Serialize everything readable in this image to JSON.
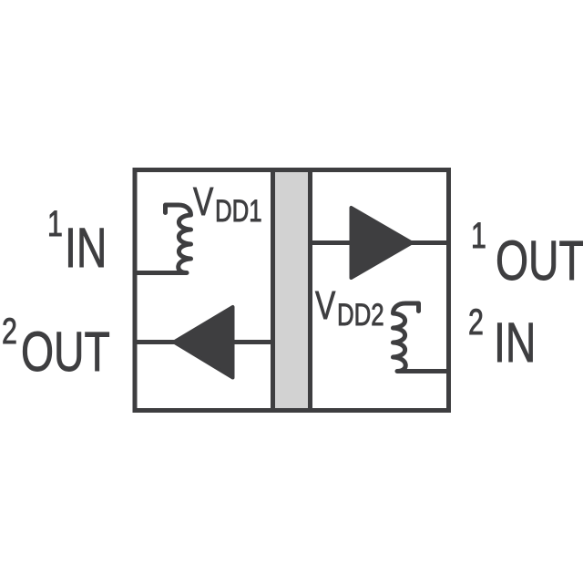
{
  "colors": {
    "line": "#3e3e40",
    "barrier_fill": "#d2d2d2",
    "background": "#ffffff"
  },
  "labels": {
    "ch1_in": {
      "channel": "1",
      "pin": "IN"
    },
    "ch2_out": {
      "channel": "2",
      "pin": "OUT"
    },
    "ch1_out": {
      "channel": "1",
      "pin": "OUT"
    },
    "ch2_in": {
      "channel": "2",
      "pin": "IN"
    },
    "vdd1": {
      "base": "V",
      "subscript": "DD1"
    },
    "vdd2": {
      "base": "V",
      "subscript": "DD2"
    }
  },
  "symbols": {
    "isolation_barrier": "isolation-barrier",
    "vdd1_coil": "inductor-coil",
    "vdd2_coil": "inductor-coil",
    "ch1_buffer": "right-buffer-triangle",
    "ch2_buffer": "left-buffer-triangle"
  }
}
